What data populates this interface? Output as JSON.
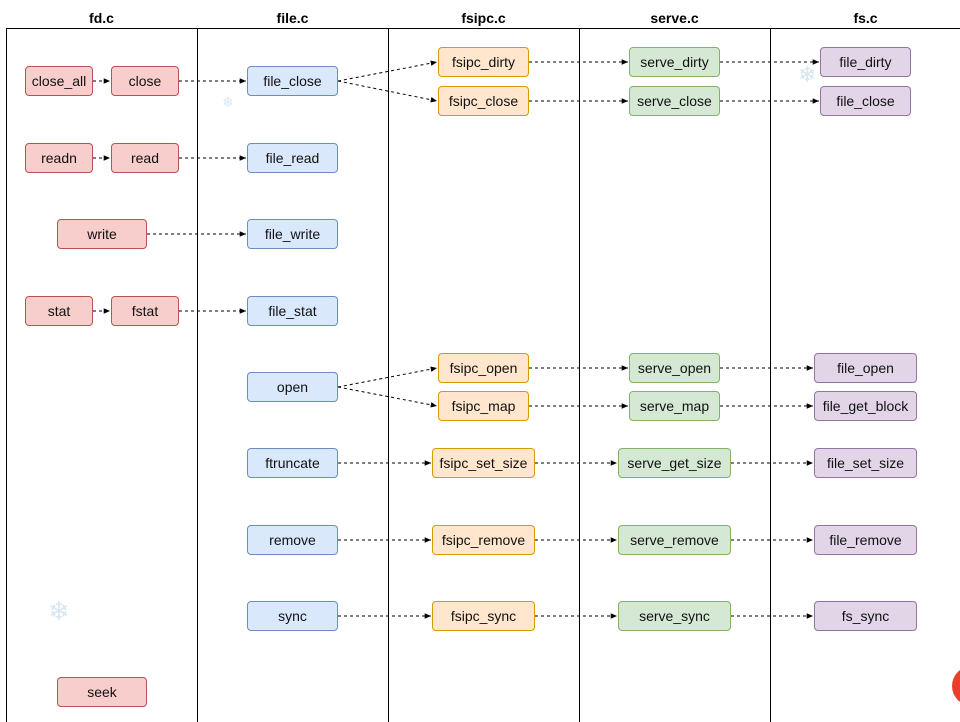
{
  "columns": [
    "fd.c",
    "file.c",
    "fsipc.c",
    "serve.c",
    "fs.c"
  ],
  "nodes": {
    "close_all": "close_all",
    "close": "close",
    "readn": "readn",
    "read": "read",
    "write": "write",
    "stat": "stat",
    "fstat": "fstat",
    "seek": "seek",
    "file_close": "file_close",
    "file_read": "file_read",
    "file_write": "file_write",
    "file_stat": "file_stat",
    "open": "open",
    "ftruncate": "ftruncate",
    "remove": "remove",
    "sync": "sync",
    "fsipc_dirty": "fsipc_dirty",
    "fsipc_close": "fsipc_close",
    "fsipc_open": "fsipc_open",
    "fsipc_map": "fsipc_map",
    "fsipc_set_size": "fsipc_set_size",
    "fsipc_remove": "fsipc_remove",
    "fsipc_sync": "fsipc_sync",
    "serve_dirty": "serve_dirty",
    "serve_close": "serve_close",
    "serve_open": "serve_open",
    "serve_map": "serve_map",
    "serve_get_size": "serve_get_size",
    "serve_remove": "serve_remove",
    "serve_sync": "serve_sync",
    "file_dirty": "file_dirty",
    "fs_file_close": "file_close",
    "file_open": "file_open",
    "file_get_block": "file_get_block",
    "file_set_size": "file_set_size",
    "file_remove": "file_remove",
    "fs_sync": "fs_sync"
  },
  "edges": [
    [
      "close_all",
      "close"
    ],
    [
      "close",
      "file_close"
    ],
    [
      "file_close",
      "fsipc_dirty"
    ],
    [
      "file_close",
      "fsipc_close"
    ],
    [
      "fsipc_dirty",
      "serve_dirty"
    ],
    [
      "serve_dirty",
      "file_dirty"
    ],
    [
      "fsipc_close",
      "serve_close"
    ],
    [
      "serve_close",
      "fs_file_close"
    ],
    [
      "readn",
      "read"
    ],
    [
      "read",
      "file_read"
    ],
    [
      "write",
      "file_write"
    ],
    [
      "stat",
      "fstat"
    ],
    [
      "fstat",
      "file_stat"
    ],
    [
      "open",
      "fsipc_open"
    ],
    [
      "open",
      "fsipc_map"
    ],
    [
      "fsipc_open",
      "serve_open"
    ],
    [
      "serve_open",
      "file_open"
    ],
    [
      "fsipc_map",
      "serve_map"
    ],
    [
      "serve_map",
      "file_get_block"
    ],
    [
      "ftruncate",
      "fsipc_set_size"
    ],
    [
      "fsipc_set_size",
      "serve_get_size"
    ],
    [
      "serve_get_size",
      "file_set_size"
    ],
    [
      "remove",
      "fsipc_remove"
    ],
    [
      "fsipc_remove",
      "serve_remove"
    ],
    [
      "serve_remove",
      "file_remove"
    ],
    [
      "sync",
      "fsipc_sync"
    ],
    [
      "fsipc_sync",
      "serve_sync"
    ],
    [
      "serve_sync",
      "fs_sync"
    ]
  ],
  "colors": {
    "red_fill": "#f8cecc",
    "red_stroke": "#b85450",
    "blue_fill": "#dae8fc",
    "blue_stroke": "#6c8ebf",
    "orange_fill": "#ffe6cc",
    "orange_stroke": "#d79b00",
    "green_fill": "#d5e8d4",
    "green_stroke": "#82b366",
    "purple_fill": "#e1d5e7",
    "purple_stroke": "#9673a6",
    "edge": "#000000"
  },
  "decorations": [
    "snowflake-icon",
    "record-button-icon"
  ]
}
